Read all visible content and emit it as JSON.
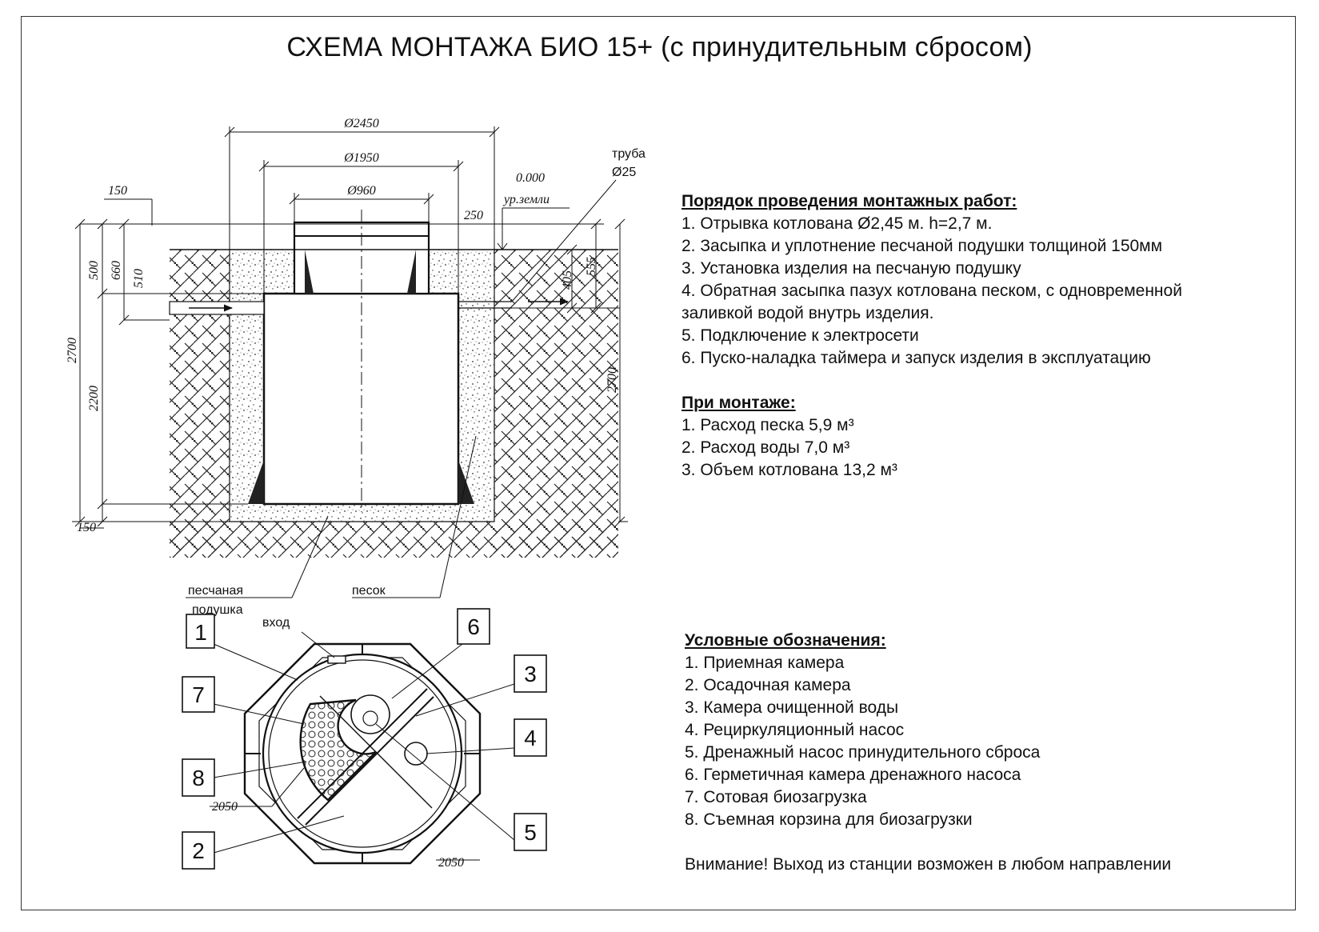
{
  "title": "СХЕМА МОНТАЖА БИО 15+ (с принудительным сбросом)",
  "dimensions": {
    "d2450": "Ø2450",
    "d1950": "Ø1950",
    "d960": "Ø960",
    "d150_top": "150",
    "d250": "250",
    "ground_level_value": "0.000",
    "ground_level_label": "ур.земли",
    "pipe_label": "труба",
    "pipe_diameter": "Ø25",
    "d500": "500",
    "d660": "660",
    "d510": "510",
    "d2700_left": "2700",
    "d2200": "2200",
    "d150_bottom": "150",
    "d405": "405",
    "d555": "555",
    "d2700_right": "2700",
    "d2050_a": "2050",
    "d2050_b": "2050"
  },
  "labels": {
    "sand_cushion_1": "песчаная",
    "sand_cushion_2": "подушка",
    "sand": "песок",
    "inlet": "вход"
  },
  "callouts": [
    "1",
    "2",
    "3",
    "4",
    "5",
    "6",
    "7",
    "8"
  ],
  "procedure": {
    "heading": "Порядок проведения монтажных работ:",
    "items": [
      "1. Отрывка котлована Ø2,45 м. h=2,7 м.",
      "2. Засыпка и уплотнение песчаной подушки толщиной 150мм",
      "3. Установка изделия на песчаную подушку",
      "4. Обратная засыпка пазух котлована песком, с одновременной",
      "заливкой водой внутрь изделия.",
      "5. Подключение к электросети",
      "6. Пуско-наладка таймера и запуск изделия в эксплуатацию"
    ]
  },
  "installation": {
    "heading": "При монтаже:",
    "items": [
      "1. Расход песка 5,9 м³",
      "2. Расход воды 7,0 м³",
      "3. Объем котлована 13,2 м³"
    ]
  },
  "legend": {
    "heading": "Условные обозначения:",
    "items": [
      "1. Приемная камера",
      "2. Осадочная камера",
      "3. Камера очищенной воды",
      "4. Рециркуляционный насос",
      "5. Дренажный насос принудительного сброса",
      "6. Герметичная камера дренажного насоса",
      "7. Сотовая биозагрузка",
      "8. Съемная корзина для биозагрузки"
    ]
  },
  "note": "Внимание! Выход из станции возможен в любом направлении"
}
